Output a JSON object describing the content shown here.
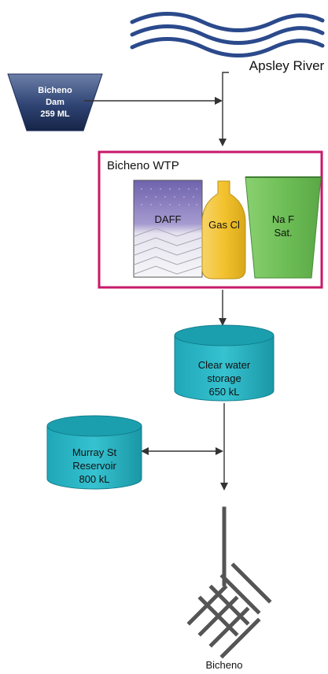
{
  "river": {
    "label": "Apsley River"
  },
  "dam": {
    "line1": "Bicheno",
    "line2": "Dam",
    "line3": "259 ML"
  },
  "wtp": {
    "title": "Bicheno WTP",
    "units": {
      "daff": "DAFF",
      "gas_cl": "Gas Cl",
      "naf_line1": "Na F",
      "naf_line2": "Sat."
    }
  },
  "clear_water": {
    "line1": "Clear water",
    "line2": "storage",
    "line3": "650 kL"
  },
  "murray": {
    "line1": "Murray St",
    "line2": "Reservoir",
    "line3": "800 kL"
  },
  "town": {
    "label": "Bicheno"
  },
  "colors": {
    "river_blue": "#2b4a8c",
    "dam_dark": "#1d2f5c",
    "wtp_border": "#c8186a",
    "tank_teal": "#25b3c3",
    "daff_purple": "#8a7fbd",
    "gas_yellow": "#f2c230",
    "naf_green": "#72c45c",
    "network_gray": "#555555",
    "flow_line": "#333333"
  }
}
